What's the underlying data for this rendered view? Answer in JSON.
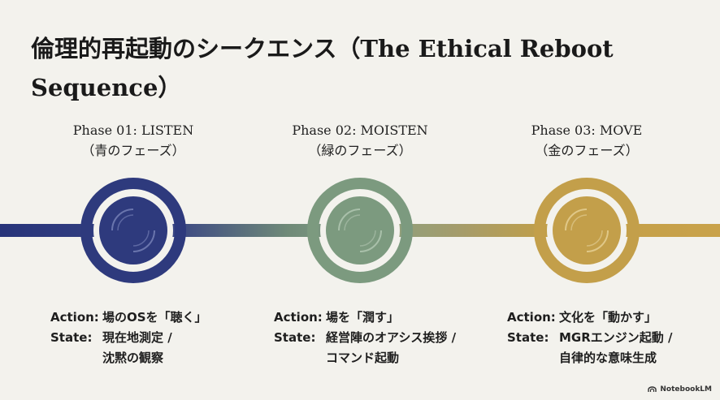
{
  "title": "倫理的再起動のシークエンス（The Ethical Reboot Sequence）",
  "phases": [
    {
      "name": "Phase 01: LISTEN",
      "subtitle": "（青のフェーズ）",
      "color": "#2e3a7d",
      "action_label": "Action:",
      "action": "場のOSを「聴く」",
      "state_label": "State:",
      "state_line1": "現在地測定 /",
      "state_line2": "沈黙の観察"
    },
    {
      "name": "Phase 02: MOISTEN",
      "subtitle": "（緑のフェーズ）",
      "color": "#7c9a7f",
      "action_label": "Action:",
      "action": "場を「潤す」",
      "state_label": "State:",
      "state_line1": "経営陣のオアシス挨拶 /",
      "state_line2": "コマンド起動"
    },
    {
      "name": "Phase 03: MOVE",
      "subtitle": "（金のフェーズ）",
      "color": "#c39f4a",
      "action_label": "Action:",
      "action": "文化を「動かす」",
      "state_label": "State:",
      "state_line1": "MGRエンジン起動 /",
      "state_line2": "自律的な意味生成"
    }
  ],
  "brand": "NotebookLM"
}
